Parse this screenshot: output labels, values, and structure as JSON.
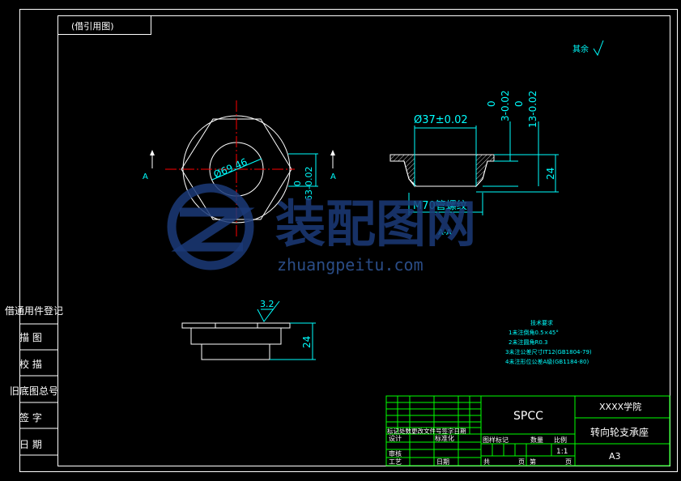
{
  "borrowed_label": "(借引用图)",
  "roughness": {
    "others": "其余",
    "value": "3.2"
  },
  "side_labels": [
    "借通用件登记",
    "描 图",
    "校 描",
    "旧底图总号",
    "签 字",
    "日 期"
  ],
  "dims": {
    "inner_dia": "Ø69.46",
    "od_tol_upper": "0",
    "od_tol": "63-0.02",
    "bore_dia": "Ø37±0.02",
    "step_upper": "0",
    "step": "3-0.02",
    "height_upper": "0",
    "height_tol": "13-0.02",
    "height": "24",
    "thread": "M70管螺纹",
    "lower_height": "24"
  },
  "sections": {
    "a_left": "A",
    "a_right": "A",
    "section_aa": "A-A"
  },
  "tech": {
    "title": "技术要求",
    "lines": [
      "1未注倒角0.5×45°",
      "2未注圆角R0.3",
      "3未注公差尺寸IT12(GB1804-79)",
      "4未注形位公差A级(GB1184-80)"
    ]
  },
  "title_block": {
    "material": "SPCC",
    "school": "XXXX学院",
    "part_name": "转向轮支承座",
    "sheet": "A3",
    "scale": "1:1",
    "row_change": "标记处数更改文件号签字日期",
    "design": "设计",
    "standard": "标准化",
    "review": "审核",
    "process": "工艺",
    "date": "日期",
    "stage": "图样标记",
    "weight": "数量",
    "ratio": "比例",
    "total": "共",
    "page": "页",
    "sheet_no": "第",
    "page2": "页"
  },
  "watermark": {
    "brand": "装配图网",
    "url": "zhuangpeitu.com"
  },
  "colors": {
    "frame": "#ffffff",
    "dim": "#00ffff",
    "center": "#ff0000",
    "grid": "#00ff00"
  }
}
